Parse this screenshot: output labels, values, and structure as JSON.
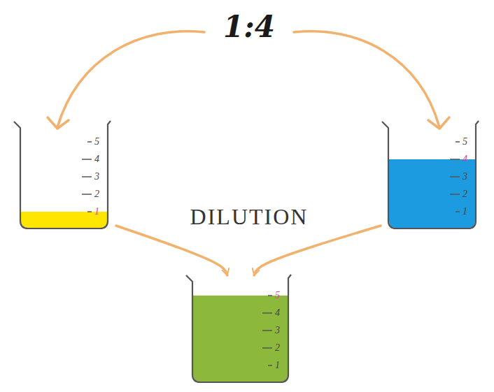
{
  "diagram": {
    "title": "1:4",
    "nodes": [
      {
        "text": [
          "5",
          "4",
          "3",
          "2",
          "1"
        ]
      },
      {
        "text": [
          "5",
          "4",
          "3",
          "2",
          "1"
        ]
      },
      {
        "text": [
          "5",
          "4",
          "3",
          "2",
          "1"
        ]
      }
    ],
    "edges": [
      {
        "from": 0,
        "to": 2,
        "arrow": "to"
      },
      {
        "from": 1,
        "to": 2,
        "arrow": "to"
      }
    ],
    "labels": [
      "DILUTION"
    ]
  }
}
